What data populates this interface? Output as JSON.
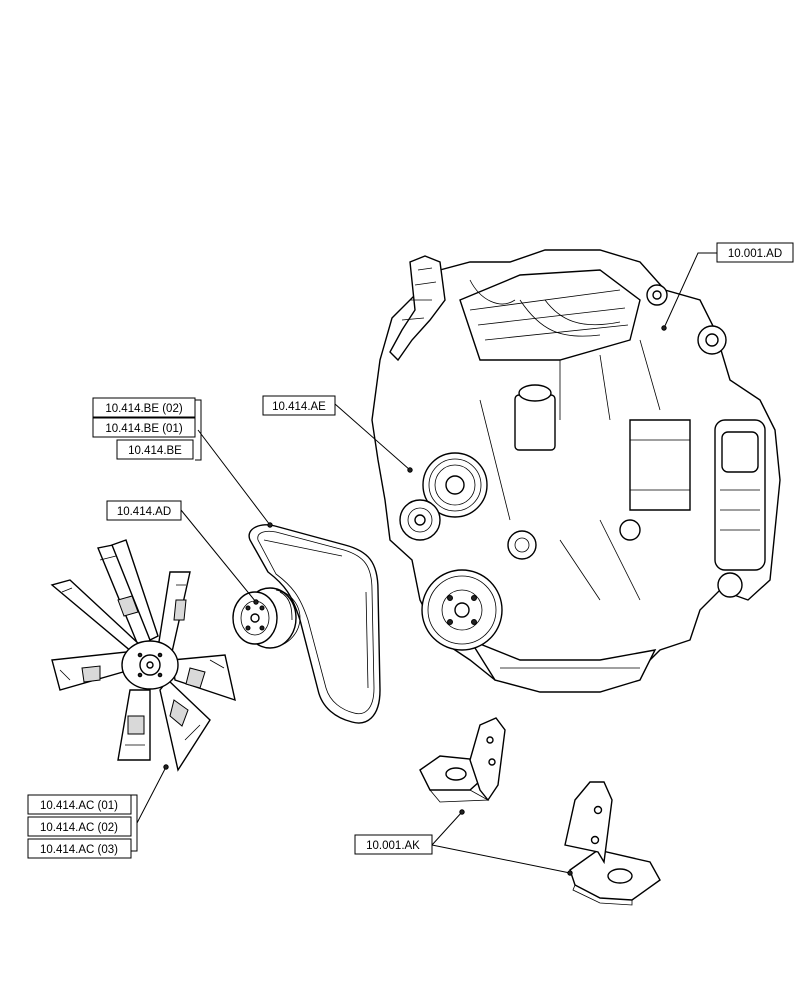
{
  "callouts": {
    "engine": "10.001.AD",
    "pulley_ae": "10.414.AE",
    "belt_be_02": "10.414.BE (02)",
    "belt_be_01": "10.414.BE (01)",
    "belt_be": "10.414.BE",
    "pulley_ad": "10.414.AD",
    "fan_ac_01": "10.414.AC (01)",
    "fan_ac_02": "10.414.AC (02)",
    "fan_ac_03": "10.414.AC (03)",
    "bracket_ak": "10.001.AK"
  }
}
